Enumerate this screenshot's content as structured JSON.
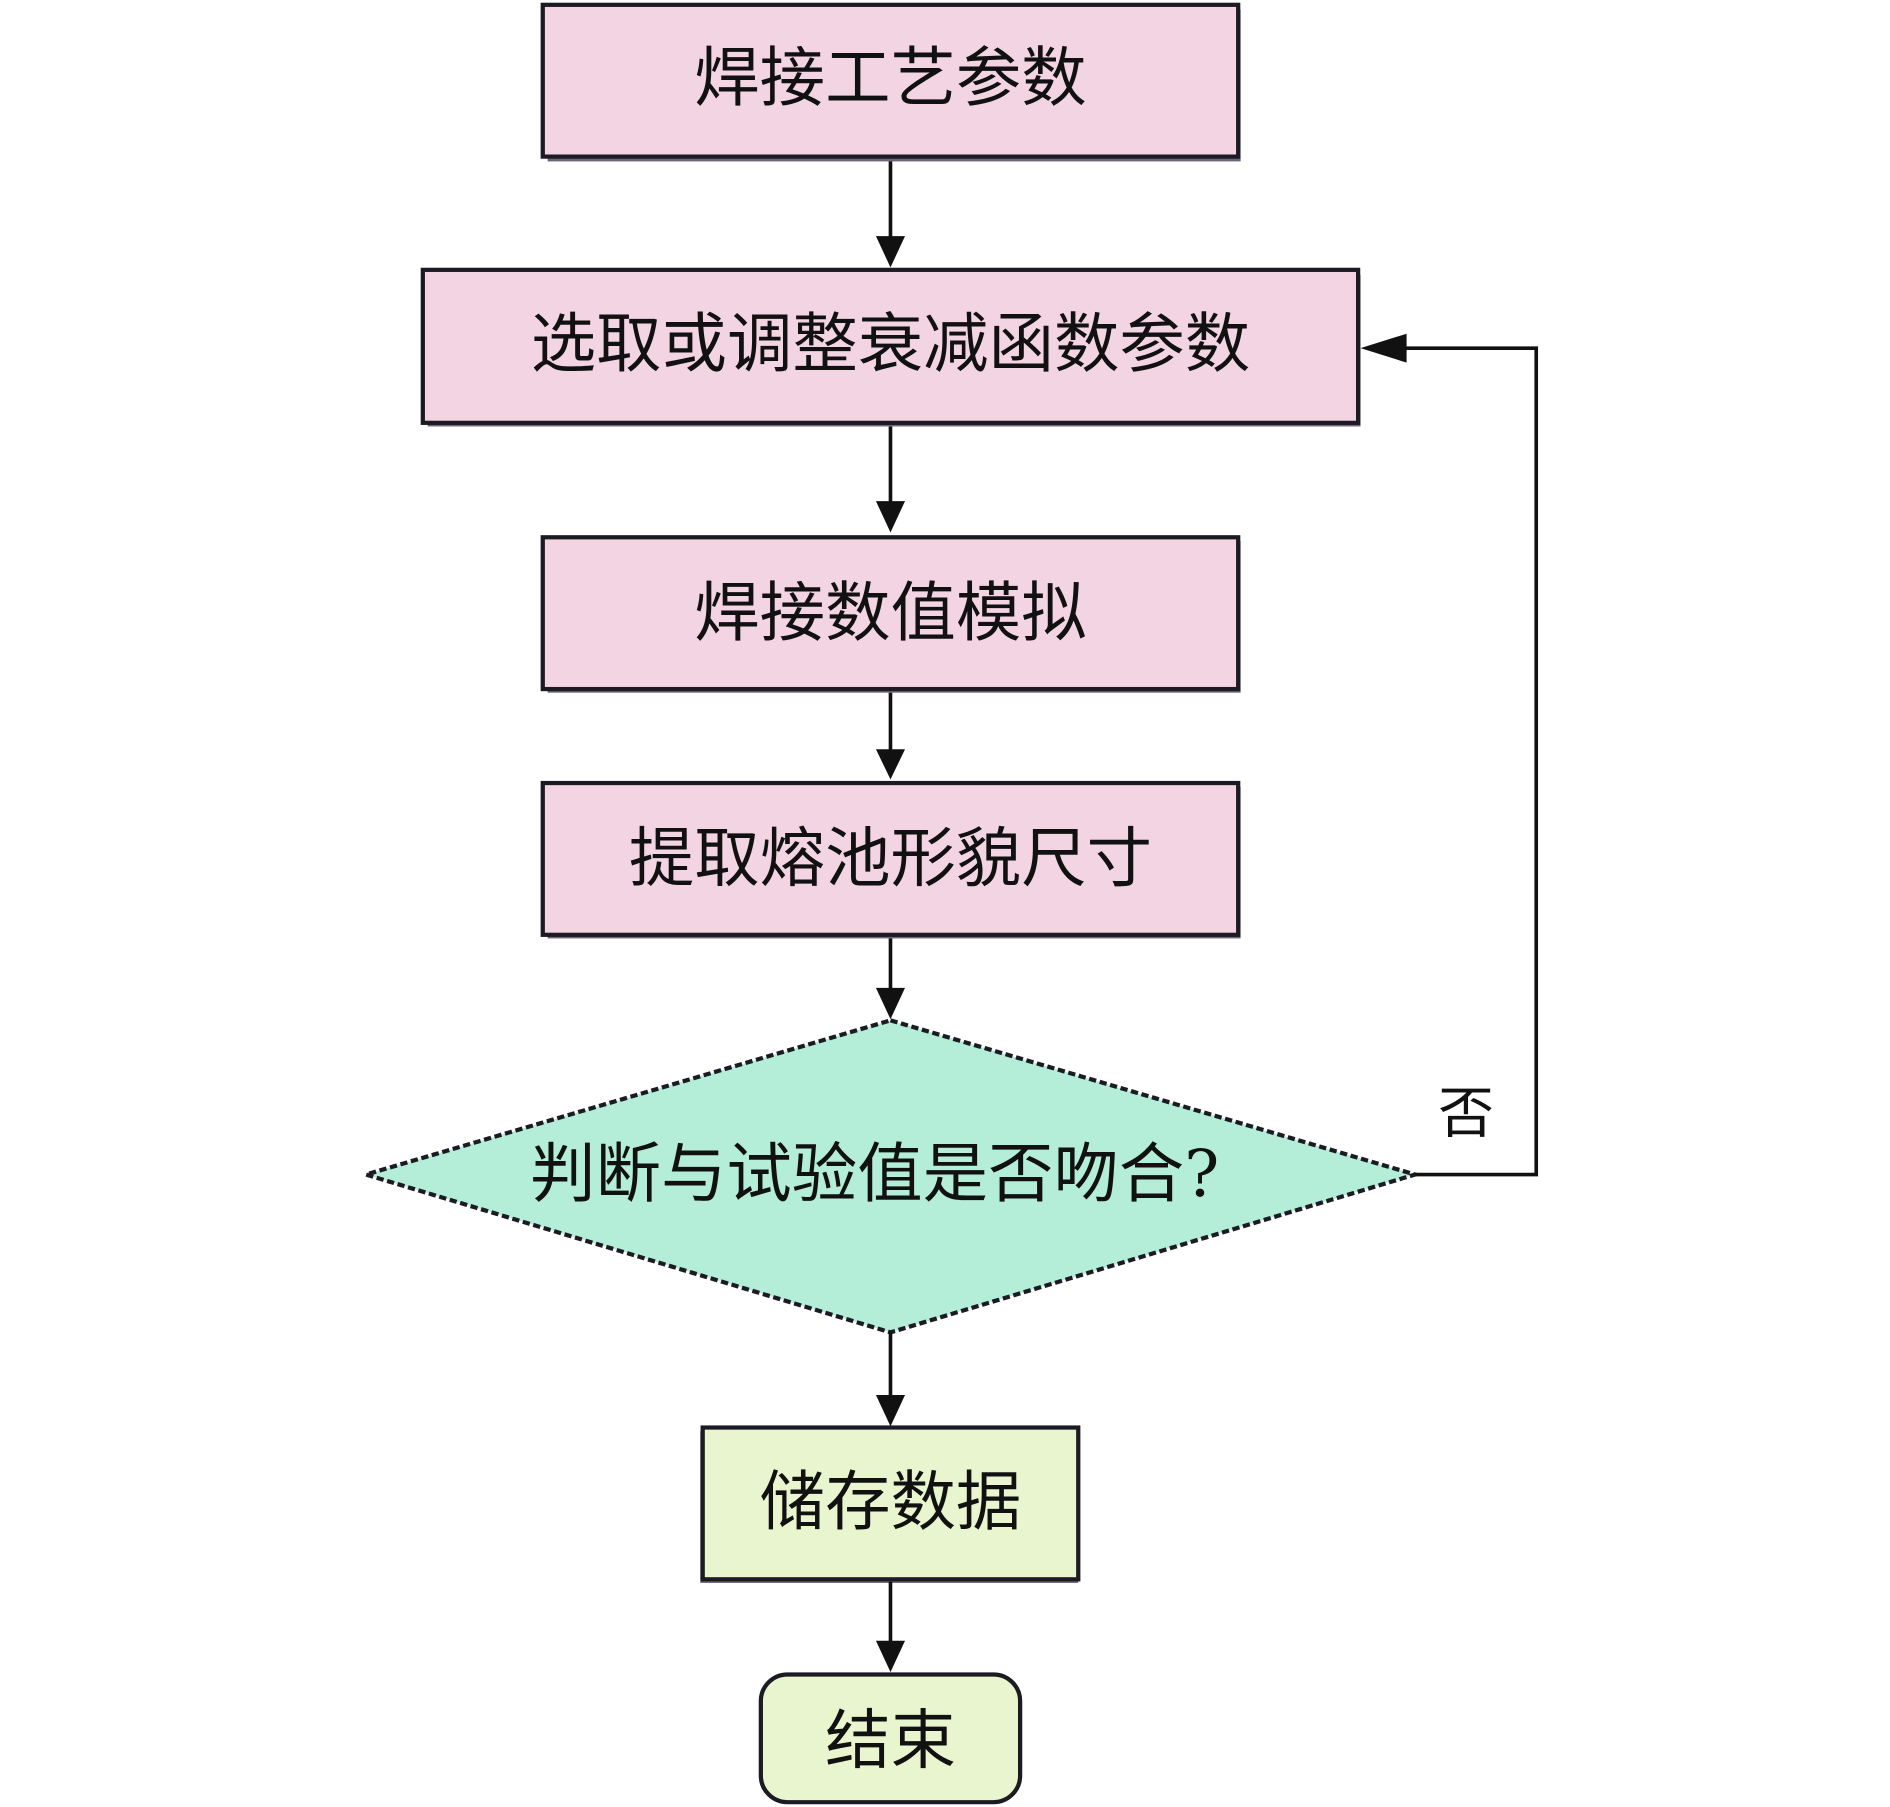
{
  "title": "焊接熔池形貌尺寸校核流程图",
  "colors": {
    "process_fill": "#f3d4e2",
    "decision_fill": "#b4eed9",
    "terminal_fill": "#e8f5cf",
    "stroke": "#1c1a22"
  },
  "nodes": {
    "welding_params": "焊接工艺参数",
    "select_decay_params": "选取或调整衰减函数参数",
    "welding_simulation": "焊接数值模拟",
    "extract_pool_size": "提取熔池形貌尺寸",
    "decision": "判断与试验值是否吻合?",
    "store_data": "储存数据",
    "end": "结束"
  },
  "edges": {
    "no_label": "否"
  }
}
